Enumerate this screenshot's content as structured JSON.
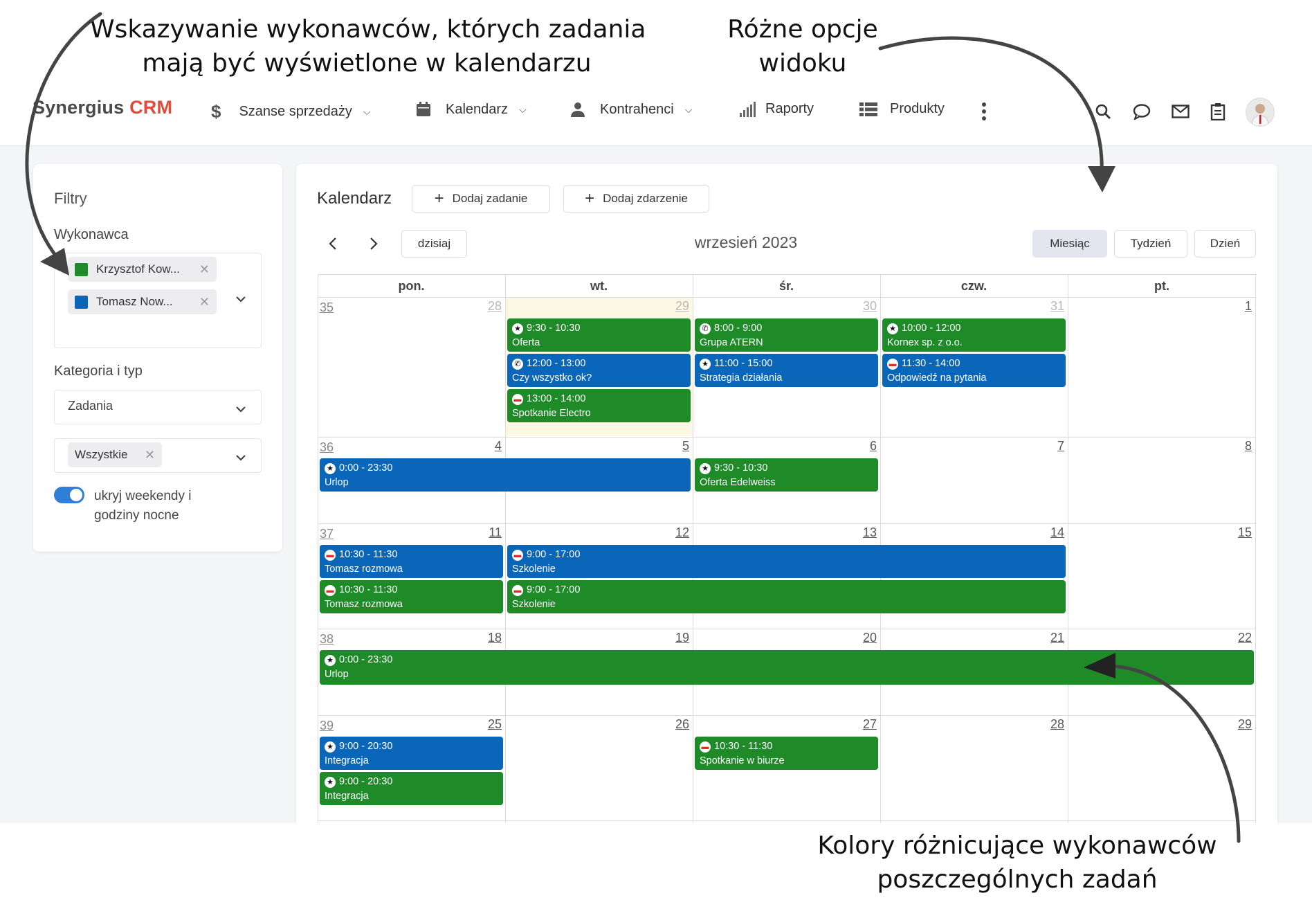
{
  "annotations": {
    "top_left_line1": "Wskazywanie wykonawców, których zadania",
    "top_left_line2": "mają być wyświetlone w kalendarzu",
    "top_right_line1": "Różne opcje",
    "top_right_line2": "widoku",
    "bottom_right_line1": "Kolory różnicujące wykonawców",
    "bottom_right_line2": "poszczególnych zadań"
  },
  "header": {
    "logo_main": "Synergius",
    "logo_accent": "CRM",
    "nav": [
      {
        "label": "Szanse sprzedaży",
        "icon": "dollar-icon"
      },
      {
        "label": "Kalendarz",
        "icon": "calendar-icon"
      },
      {
        "label": "Kontrahenci",
        "icon": "person-icon"
      },
      {
        "label": "Raporty",
        "icon": "signal-icon"
      },
      {
        "label": "Produkty",
        "icon": "list-icon"
      }
    ],
    "right_icons": [
      "search-icon",
      "chat-icon",
      "mail-icon",
      "clipboard-icon",
      "avatar"
    ]
  },
  "filters": {
    "title": "Filtry",
    "performer_label": "Wykonawca",
    "performers": [
      {
        "name": "Krzysztof Kow...",
        "color": "#1e8a28"
      },
      {
        "name": "Tomasz Now...",
        "color": "#0a66b8"
      }
    ],
    "category_label": "Kategoria i typ",
    "category_value": "Zadania",
    "type_chip": "Wszystkie",
    "toggle_label_line1": "ukryj weekendy i",
    "toggle_label_line2": "godziny nocne",
    "toggle_on": true
  },
  "calendar": {
    "title": "Kalendarz",
    "add_task": "Dodaj zadanie",
    "add_event": "Dodaj zdarzenie",
    "today": "dzisiaj",
    "period": "wrzesień 2023",
    "views": [
      "Miesiąc",
      "Tydzień",
      "Dzień"
    ],
    "active_view": "Miesiąc",
    "day_headers": [
      "pon.",
      "wt.",
      "śr.",
      "czw.",
      "pt."
    ],
    "weeks": [
      {
        "week": "35",
        "days": [
          "28",
          "29",
          "30",
          "31",
          "1"
        ]
      },
      {
        "week": "36",
        "days": [
          "4",
          "5",
          "6",
          "7",
          "8"
        ]
      },
      {
        "week": "37",
        "days": [
          "11",
          "12",
          "13",
          "14",
          "15"
        ]
      },
      {
        "week": "38",
        "days": [
          "18",
          "19",
          "20",
          "21",
          "22"
        ]
      },
      {
        "week": "39",
        "days": [
          "25",
          "26",
          "27",
          "28",
          "29"
        ]
      }
    ],
    "events": [
      {
        "time": "9:30 - 10:30",
        "title": "Oferta",
        "color": "green",
        "icon": "star-icon"
      },
      {
        "time": "12:00 - 13:00",
        "title": "Czy wszystko ok?",
        "color": "blue",
        "icon": "phone-icon"
      },
      {
        "time": "13:00 - 14:00",
        "title": "Spotkanie Electro",
        "color": "green",
        "icon": "briefcase-icon"
      },
      {
        "time": "8:00 - 9:00",
        "title": "Grupa ATERN",
        "color": "green",
        "icon": "phone-icon"
      },
      {
        "time": "11:00 - 15:00",
        "title": "Strategia działania",
        "color": "blue",
        "icon": "star-icon"
      },
      {
        "time": "10:00 - 12:00",
        "title": "Kornex sp. z o.o.",
        "color": "green",
        "icon": "star-icon"
      },
      {
        "time": "11:30 - 14:00",
        "title": "Odpowiedź na pytania",
        "color": "blue",
        "icon": "briefcase-icon"
      },
      {
        "time": "0:00 - 23:30",
        "title": "Urlop",
        "color": "blue",
        "icon": "star-icon"
      },
      {
        "time": "9:30 - 10:30",
        "title": "Oferta Edelweiss",
        "color": "green",
        "icon": "star-icon"
      },
      {
        "time": "10:30 - 11:30",
        "title": "Tomasz rozmowa",
        "color": "blue",
        "icon": "briefcase-icon"
      },
      {
        "time": "10:30 - 11:30",
        "title": "Tomasz rozmowa",
        "color": "green",
        "icon": "briefcase-icon"
      },
      {
        "time": "9:00 - 17:00",
        "title": "Szkolenie",
        "color": "blue",
        "icon": "briefcase-icon"
      },
      {
        "time": "9:00 - 17:00",
        "title": "Szkolenie",
        "color": "green",
        "icon": "briefcase-icon"
      },
      {
        "time": "0:00 - 23:30",
        "title": "Urlop",
        "color": "green",
        "icon": "star-icon"
      },
      {
        "time": "9:00 - 20:30",
        "title": "Integracja",
        "color": "blue",
        "icon": "star-icon"
      },
      {
        "time": "9:00 - 20:30",
        "title": "Integracja",
        "color": "green",
        "icon": "star-icon"
      },
      {
        "time": "10:30 - 11:30",
        "title": "Spotkanie w biurze",
        "color": "green",
        "icon": "briefcase-icon"
      }
    ]
  }
}
